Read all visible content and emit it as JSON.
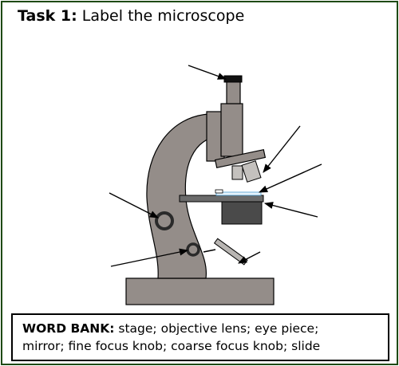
{
  "task": {
    "label": "Task 1:",
    "title": "Label the microscope"
  },
  "word_bank": {
    "heading": "WORD BANK:",
    "line1": "stage; objective lens; eye piece;",
    "line2": "mirror; fine focus knob; coarse focus knob; slide"
  },
  "colors": {
    "frame": "#1e4a14",
    "microscope_body": "#948d89",
    "stage": "#6b6b6b",
    "knob": "#2a2a2a"
  }
}
